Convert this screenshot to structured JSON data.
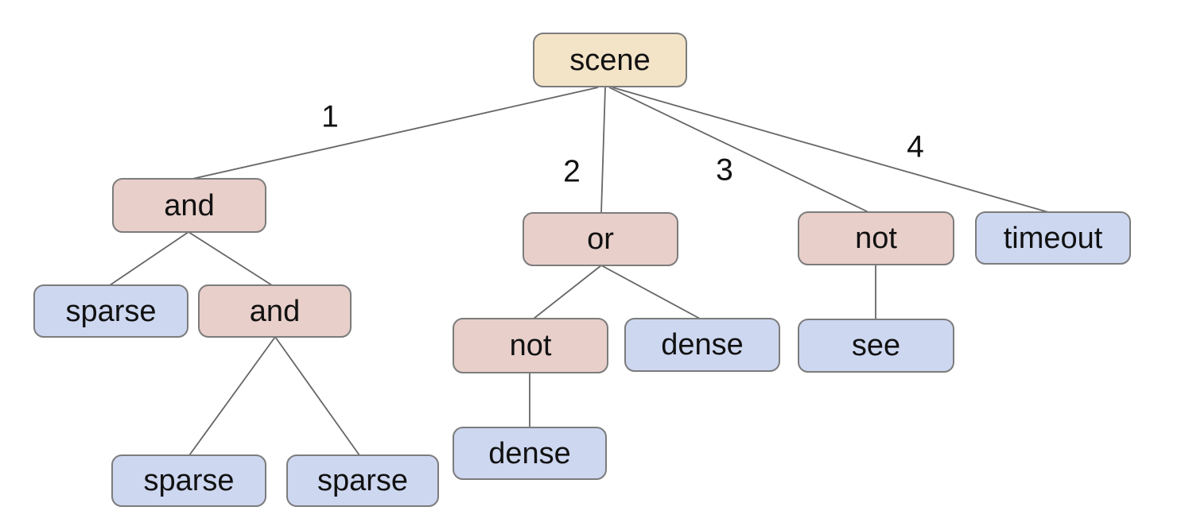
{
  "colors": {
    "background": "#ffffff",
    "root_fill": "#f3e3c7",
    "operator_fill": "#e8cfca",
    "leaf_fill": "#cdd7f0",
    "node_border": "#7c7c7c",
    "edge_line": "#666666",
    "text": "#111111"
  },
  "nodes": [
    {
      "id": "scene",
      "label": "scene",
      "type": "root"
    },
    {
      "id": "and-1",
      "label": "and",
      "type": "operator"
    },
    {
      "id": "or-1",
      "label": "or",
      "type": "operator"
    },
    {
      "id": "not-3",
      "label": "not",
      "type": "operator"
    },
    {
      "id": "timeout-1",
      "label": "timeout",
      "type": "leaf"
    },
    {
      "id": "sparse-1",
      "label": "sparse",
      "type": "leaf"
    },
    {
      "id": "and-2",
      "label": "and",
      "type": "operator"
    },
    {
      "id": "not-2",
      "label": "not",
      "type": "operator"
    },
    {
      "id": "dense-1",
      "label": "dense",
      "type": "leaf"
    },
    {
      "id": "see-1",
      "label": "see",
      "type": "leaf"
    },
    {
      "id": "sparse-2",
      "label": "sparse",
      "type": "leaf"
    },
    {
      "id": "sparse-3",
      "label": "sparse",
      "type": "leaf"
    },
    {
      "id": "dense-2",
      "label": "dense",
      "type": "leaf"
    }
  ],
  "edge_labels": [
    {
      "label": "1"
    },
    {
      "label": "2"
    },
    {
      "label": "3"
    },
    {
      "label": "4"
    }
  ],
  "tree": {
    "root": "scene",
    "children": [
      {
        "edge_label": "1",
        "node": "and",
        "children": [
          {
            "node": "sparse"
          },
          {
            "node": "and",
            "children": [
              {
                "node": "sparse"
              },
              {
                "node": "sparse"
              }
            ]
          }
        ]
      },
      {
        "edge_label": "2",
        "node": "or",
        "children": [
          {
            "node": "not",
            "children": [
              {
                "node": "dense"
              }
            ]
          },
          {
            "node": "dense"
          }
        ]
      },
      {
        "edge_label": "3",
        "node": "not",
        "children": [
          {
            "node": "see"
          }
        ]
      },
      {
        "edge_label": "4",
        "node": "timeout"
      }
    ]
  }
}
